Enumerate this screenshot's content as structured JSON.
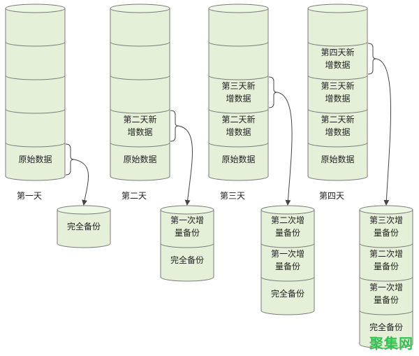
{
  "days": [
    {
      "label": "第一天",
      "segments": [
        "",
        "",
        "",
        "",
        "原始数据"
      ]
    },
    {
      "label": "第二天",
      "segments": [
        "",
        "",
        "",
        "第二天新增数据",
        "原始数据"
      ]
    },
    {
      "label": "第三天",
      "segments": [
        "",
        "",
        "第三天新增数据",
        "第二天新增数据",
        "原始数据"
      ]
    },
    {
      "label": "第四天",
      "segments": [
        "",
        "第四天新增数据",
        "第三天新增数据",
        "第二天新增数据",
        "原始数据"
      ]
    }
  ],
  "backups": [
    {
      "segments": [
        "完全备份"
      ]
    },
    {
      "segments": [
        "第一次增量备份",
        "完全备份"
      ]
    },
    {
      "segments": [
        "第二次增量备份",
        "第一次增量备份",
        "完全备份"
      ]
    },
    {
      "segments": [
        "第三次增量备份",
        "第二次增量备份",
        "第一次增量备份",
        "完全备份"
      ]
    }
  ],
  "watermark": "聚集网",
  "colors": {
    "fill": "#e5f0d9",
    "top": "#eef6e6",
    "stroke": "#7a7a7a",
    "arrow": "#444444"
  }
}
